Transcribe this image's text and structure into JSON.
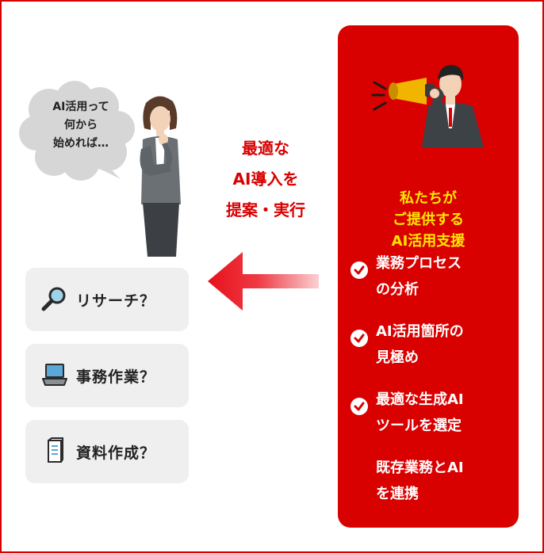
{
  "panel": {
    "title_lines": [
      "私たちが",
      "ご提供する",
      "AI活用支援"
    ],
    "items": [
      {
        "text": "業務プロセス\nの分析",
        "checked": true
      },
      {
        "text": "AI活用箇所の\n見極め",
        "checked": true
      },
      {
        "text": "最適な生成AI\nツールを選定",
        "checked": true
      },
      {
        "text": "既存業務とAI\nを連携",
        "checked": false
      }
    ]
  },
  "caption": {
    "lines": [
      "最適な",
      "AI導入を",
      "提案・実行"
    ]
  },
  "bubble": {
    "lines": [
      "AI活用って",
      "何から",
      "始めれば…"
    ]
  },
  "cards": [
    {
      "label": "リサーチ？",
      "icon": "magnifier-icon"
    },
    {
      "label": "事務作業？",
      "icon": "laptop-icon"
    },
    {
      "label": "資料作成？",
      "icon": "document-icon"
    }
  ],
  "colors": {
    "accent": "#d90000",
    "title": "#ffe600",
    "card_bg": "#efefef"
  }
}
